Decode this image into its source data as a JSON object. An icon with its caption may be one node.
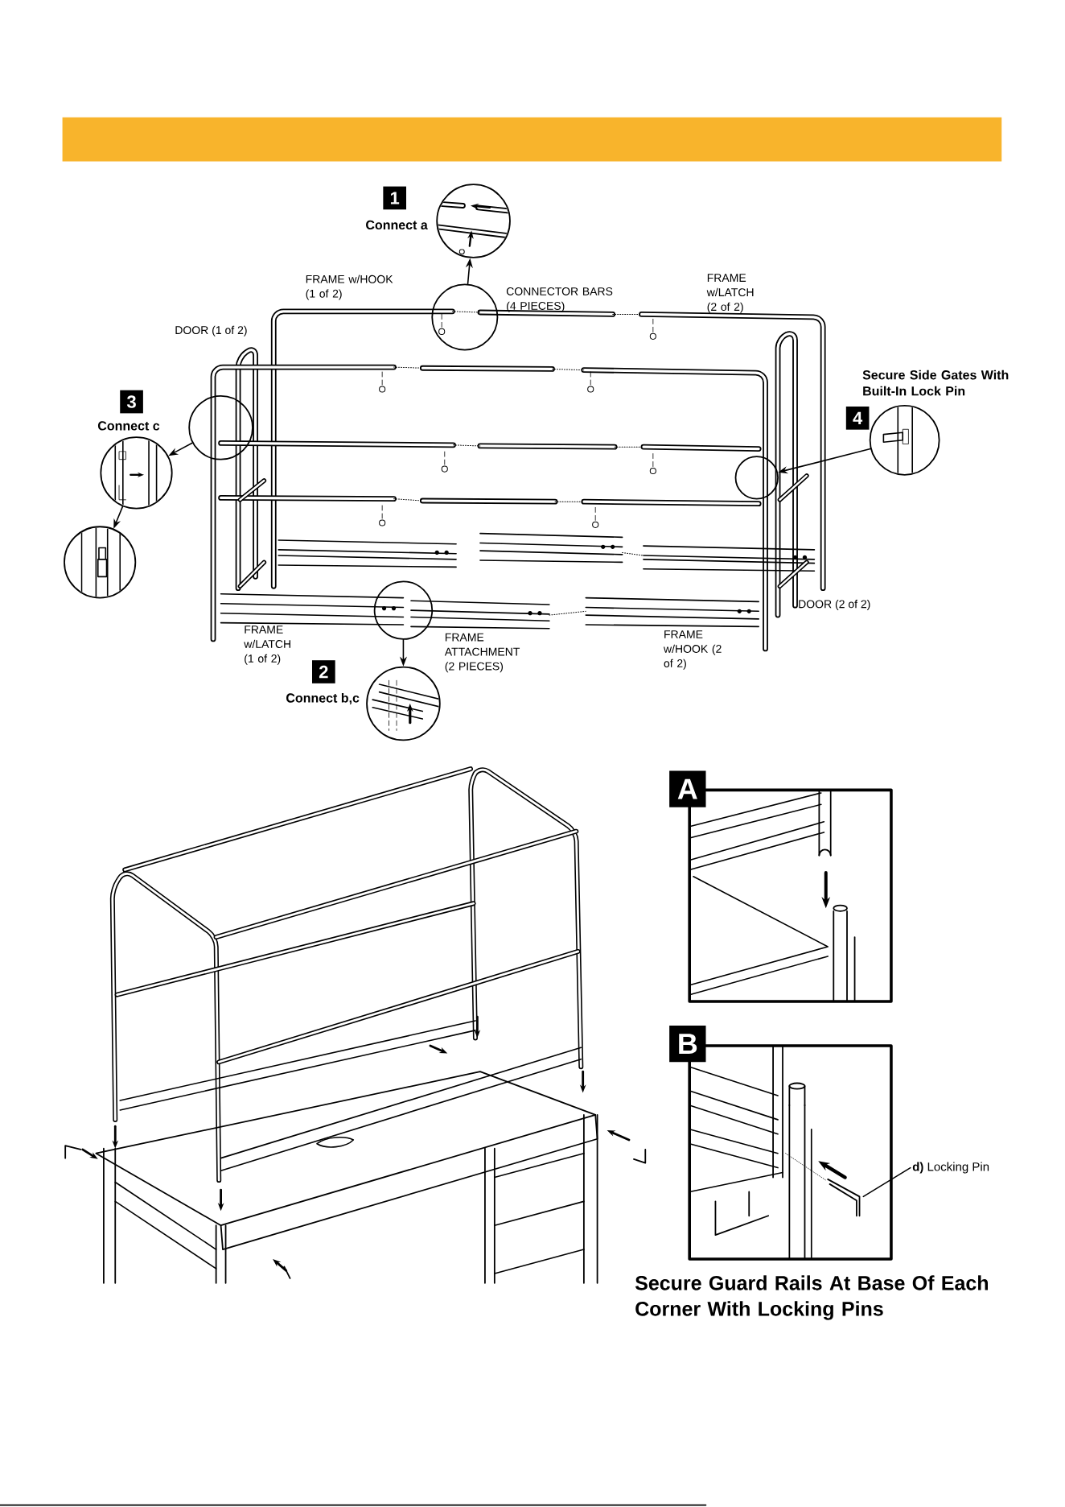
{
  "diagram": {
    "caption": "Secure Guard Rails At Base Of Each Corner With Locking Pins",
    "nodes": [
      {
        "text": [
          "1"
        ],
        "beside": [
          "Connect  a"
        ]
      },
      {
        "text": [],
        "shape": "circle"
      },
      {
        "text": [],
        "shape": "circle"
      },
      {
        "text": [],
        "shape": "circle"
      },
      {
        "text": [
          "3"
        ],
        "beside": [
          "Connect c"
        ]
      },
      {
        "text": [],
        "shape": "circle"
      },
      {
        "text": [],
        "shape": "circle"
      },
      {
        "text": [
          "4"
        ],
        "beside": [
          "Secure Side Gates With Built-In Lock Pin"
        ]
      },
      {
        "text": [],
        "shape": "circle"
      },
      {
        "text": [],
        "shape": "circle"
      },
      {
        "text": [
          "2"
        ],
        "beside": [
          "Connect  b,c"
        ]
      },
      {
        "text": [],
        "shape": "circle"
      },
      {
        "text": [],
        "shape": "circle"
      },
      {
        "text": [
          "A"
        ]
      },
      {
        "text": [
          "B"
        ]
      },
      {
        "text": [
          "**d)** Locking Pin"
        ]
      }
    ],
    "edges": [
      {
        "from": 2,
        "to": 1,
        "arrow": "to"
      },
      {
        "from": 3,
        "to": 5,
        "arrow": "to"
      },
      {
        "from": 5,
        "to": 6,
        "arrow": "to"
      },
      {
        "from": 8,
        "to": 9,
        "arrow": "to"
      },
      {
        "from": 11,
        "to": 12,
        "arrow": "to"
      },
      {
        "from": 15,
        "to": 14,
        "arrow": "none"
      }
    ],
    "labels": [
      "FRAME w/HOOK (1 of 2)",
      "CONNECTOR BARS (4 PIECES)",
      "FRAME w/LATCH (2 of 2)",
      "DOOR (1 of 2)",
      "DOOR (2 of 2)",
      "FRAME w/LATCH (1 of 2)",
      "FRAME ATTACHMENT (2 PIECES)",
      "FRAME w/HOOK (2 of 2)"
    ]
  }
}
